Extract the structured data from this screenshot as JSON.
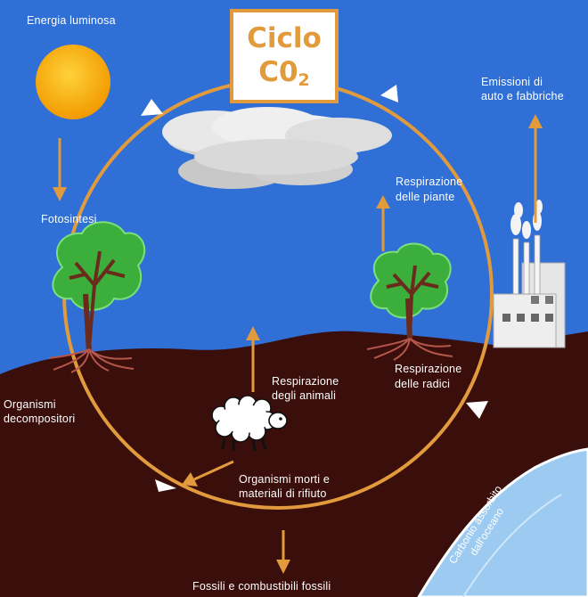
{
  "title": {
    "main": "Ciclo",
    "formula_base": "C0",
    "formula_sub": "2"
  },
  "labels": {
    "energy": "Energia luminosa",
    "photosynthesis": "Fotosintesi",
    "emissions_l1": "Emissioni di",
    "emissions_l2": "auto e fabbriche",
    "plant_resp_l1": "Respirazione",
    "plant_resp_l2": "delle piante",
    "root_resp_l1": "Respirazione",
    "root_resp_l2": "delle radici",
    "animal_resp_l1": "Respirazione",
    "animal_resp_l2": "degli animali",
    "decomposers_l1": "Organismi",
    "decomposers_l2": "decompositori",
    "dead_l1": "Organismi morti e",
    "dead_l2": "materiali di rifiuto",
    "fossils": "Fossili e combustibili fossili",
    "ocean_l1": "Carbonio assorbito",
    "ocean_l2": "dall'oceano"
  },
  "colors": {
    "sky": "#2f6fd6",
    "soil": "#3a0e0b",
    "cycle": "#e19a3c",
    "sun": "#f4a400",
    "leaf": "#3cae3c",
    "ocean": "#9ccaf0"
  }
}
